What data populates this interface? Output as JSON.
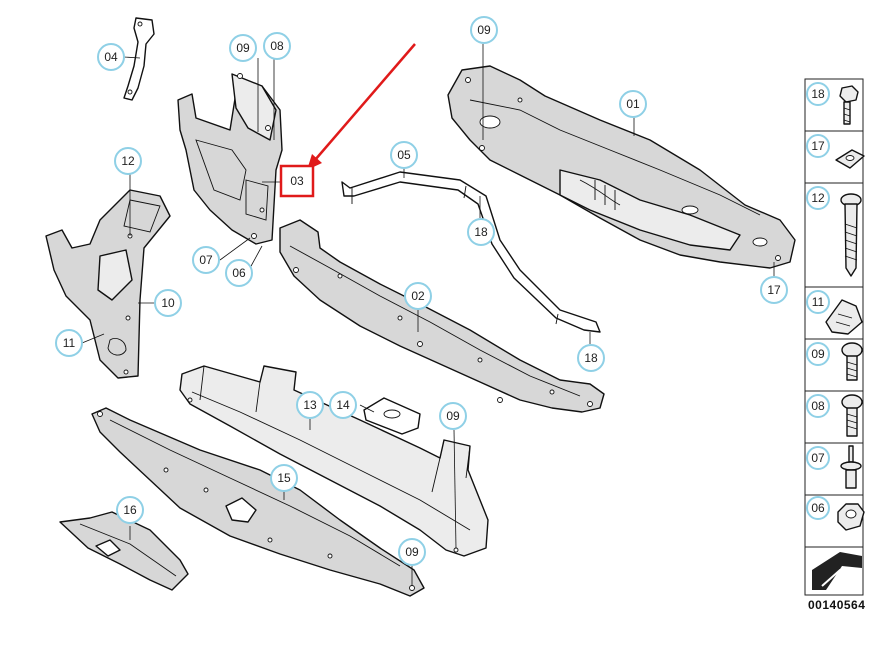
{
  "diagram": {
    "callouts": {
      "c04": "04",
      "c09a": "09",
      "c08": "08",
      "c09b": "09",
      "c01": "01",
      "c12": "12",
      "c03": "03",
      "c05": "05",
      "c18a": "18",
      "c07": "07",
      "c06": "06",
      "c02": "02",
      "c17": "17",
      "c10": "10",
      "c11": "11",
      "c18b": "18",
      "c13": "13",
      "c14": "14",
      "c09c": "09",
      "c15": "15",
      "c16": "16",
      "c09d": "09"
    },
    "legend": [
      "18",
      "17",
      "12",
      "11",
      "09",
      "08",
      "07",
      "06"
    ],
    "document_number": "00140564"
  },
  "colors": {
    "callout_ring": "#8fd0e6",
    "highlight_box": "#e01a1a",
    "arrow": "#e01a1a",
    "part_fill": "#d7d7d7"
  }
}
